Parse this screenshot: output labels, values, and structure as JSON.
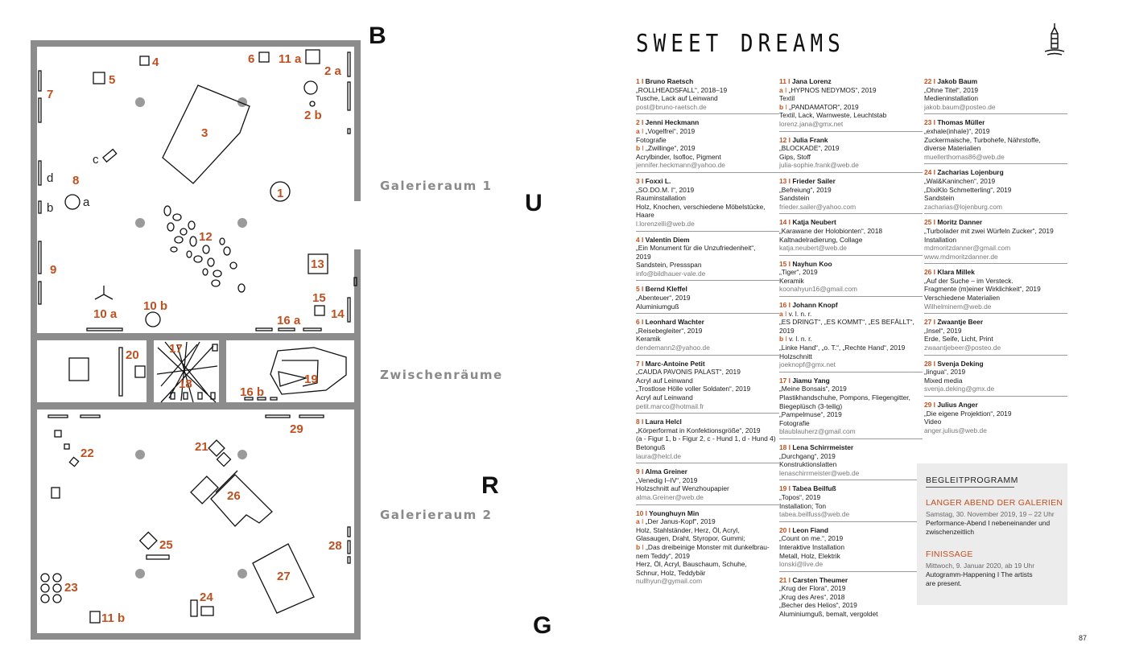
{
  "floorplan": {
    "room_labels": [
      "Galerieraum 1",
      "Zwischenräume",
      "Galerieraum 2"
    ],
    "side_letters": [
      "B",
      "U",
      "R",
      "G"
    ],
    "numbers": {
      "n1": "1",
      "n2a": "2 a",
      "n2b": "2 b",
      "n3": "3",
      "n4": "4",
      "n5": "5",
      "n6": "6",
      "n7": "7",
      "n8": "8",
      "n9": "9",
      "n10a": "10 a",
      "n10b": "10 b",
      "n11a": "11 a",
      "n11b": "11 b",
      "n12": "12",
      "n13": "13",
      "n14": "14",
      "n15": "15",
      "n16a": "16 a",
      "n16b": "16 b",
      "n17": "17",
      "n18": "18",
      "n19": "19",
      "n20": "20",
      "n21": "21",
      "n22": "22",
      "n23": "23",
      "n24": "24",
      "n25": "25",
      "n26": "26",
      "n27": "27",
      "n28": "28",
      "n29": "29"
    },
    "letters": {
      "a": "a",
      "b": "b",
      "c": "c",
      "d": "d"
    }
  },
  "header": {
    "title": "SWEET DREAMS",
    "logo_icon": "lighthouse-icon"
  },
  "artists": [
    [
      {
        "num": "1",
        "name": "Bruno Raetsch",
        "lines": [
          {
            "t": "„ROLLHEADSFALL“, 2018–19"
          },
          {
            "t": "Tusche, Lack auf Leinwand"
          },
          {
            "t": "post@bruno-raetsch.de",
            "email": true
          }
        ]
      },
      {
        "num": "2",
        "name": "Jenni Heckmann",
        "lines": [
          {
            "s": "a",
            "t": "„Vogelfrei“, 2019"
          },
          {
            "t": "Fotografie"
          },
          {
            "s": "b",
            "t": "„Zwillinge“, 2019"
          },
          {
            "t": "Acrylbinder, Isofloc, Pigment"
          },
          {
            "t": "jennifer.heckmann@yahoo.de",
            "email": true
          }
        ]
      },
      {
        "num": "3",
        "name": "Foxxi L.",
        "lines": [
          {
            "t": "„SO.DO.M. I“, 2019"
          },
          {
            "t": "Rauminstallation"
          },
          {
            "t": "Holz, Knochen, verschiedene Möbelstücke,"
          },
          {
            "t": "Haare"
          },
          {
            "t": "l.lorenzelli@web.de",
            "email": true
          }
        ]
      },
      {
        "num": "4",
        "name": "Valentin Diem",
        "lines": [
          {
            "t": "„Ein Monument für die Unzufriedenheit“,"
          },
          {
            "t": "2019"
          },
          {
            "t": "Sandstein, Pressspan"
          },
          {
            "t": "info@bildhauer-vale.de",
            "email": true
          }
        ]
      },
      {
        "num": "5",
        "name": "Bernd Kleffel",
        "lines": [
          {
            "t": "„Abenteuer“, 2019"
          },
          {
            "t": "Aluminiumguß"
          }
        ]
      },
      {
        "num": "6",
        "name": "Leonhard Wachter",
        "lines": [
          {
            "t": "„Reisebegleiter“, 2019"
          },
          {
            "t": "Keramik"
          },
          {
            "t": "dendemann2@yahoo.de",
            "email": true
          }
        ]
      },
      {
        "num": "7",
        "name": "Marc-Antoine Petit",
        "lines": [
          {
            "t": "„CAUDA PAVONIS PALAST“, 2019"
          },
          {
            "t": "Acryl auf Leinwand"
          },
          {
            "t": "„Trostlose Hölle voller Soldaten“, 2019"
          },
          {
            "t": "Acryl auf Leinwand"
          },
          {
            "t": "petit.marco@hotmail.fr",
            "email": true
          }
        ]
      },
      {
        "num": "8",
        "name": "Laura Helcl",
        "lines": [
          {
            "t": "„Körperformat in Konfektionsgröße“, 2019"
          },
          {
            "t": "(a - Figur 1, b - Figur 2, c - Hund 1, d - Hund 4)"
          },
          {
            "t": "Betonguß"
          },
          {
            "t": "laura@helcl.de",
            "email": true
          }
        ]
      },
      {
        "num": "9",
        "name": "Alma Greiner",
        "lines": [
          {
            "t": "„Venedig I–IV“, 2019"
          },
          {
            "t": "Holzschnitt auf Wenzhoupapier"
          },
          {
            "t": "alma.Greiner@web.de",
            "email": true
          }
        ]
      },
      {
        "num": "10",
        "name": "Younghuyn Min",
        "lines": [
          {
            "s": "a",
            "t": "„Der Janus-Kopf“, 2019"
          },
          {
            "t": "Holz, Stahlständer, Herz, Öl, Acryl,"
          },
          {
            "t": "Glasaugen, Draht, Styropor, Gummi;"
          },
          {
            "s": "b",
            "t": "„Das dreibeinige Monster mit dunkelbrau-"
          },
          {
            "t": "nem Teddy“, 2019"
          },
          {
            "t": "Herz, Öl, Acryl, Bauschaum, Schuhe,"
          },
          {
            "t": "Schnur, Holz, Teddybär"
          },
          {
            "t": "nullhyun@gymail.com",
            "email": true
          }
        ]
      }
    ],
    [
      {
        "num": "11",
        "name": "Jana Lorenz",
        "lines": [
          {
            "s": "a",
            "t": "„HYPNOS NEDYMOS“, 2019"
          },
          {
            "t": "Textil"
          },
          {
            "s": "b",
            "t": "„PANDAMATOR“, 2019"
          },
          {
            "t": "Textil, Lack, Warnweste, Leuchtstab"
          },
          {
            "t": "lorenz.jana@gmx.net",
            "email": true
          }
        ]
      },
      {
        "num": "12",
        "name": "Julia Frank",
        "lines": [
          {
            "t": "„BLOCKADE“, 2019"
          },
          {
            "t": "Gips, Stoff"
          },
          {
            "t": "julia-sophie.frank@web.de",
            "email": true
          }
        ]
      },
      {
        "num": "13",
        "name": "Frieder Sailer",
        "lines": [
          {
            "t": "„Befreiung“, 2019"
          },
          {
            "t": "Sandstein"
          },
          {
            "t": "frieder.sailer@yahoo.com",
            "email": true
          }
        ]
      },
      {
        "num": "14",
        "name": "Katja Neubert",
        "lines": [
          {
            "t": "„Karawane der Holobionten“, 2018"
          },
          {
            "t": "Kaltnadelradierung, Collage"
          },
          {
            "t": "katja.neubert@web.de",
            "email": true
          }
        ]
      },
      {
        "num": "15",
        "name": "Nayhun Koo",
        "lines": [
          {
            "t": "„Tiger“, 2019"
          },
          {
            "t": "Keramik"
          },
          {
            "t": "koonahyun16@gmail.com",
            "email": true
          }
        ]
      },
      {
        "num": "16",
        "name": "Johann Knopf",
        "lines": [
          {
            "s": "a",
            "t": "v. l. n. r."
          },
          {
            "t": "„ES DRINGT“, „ES KOMMT“, „ES BEFÄLLT“,"
          },
          {
            "t": "2019"
          },
          {
            "s": "b",
            "t": "v. l. n. r."
          },
          {
            "t": "„Linke Hand“, „o. T.“, „Rechte Hand“, 2019"
          },
          {
            "t": "Holzschnitt"
          },
          {
            "t": "joeknopf@gmx.net",
            "email": true
          }
        ]
      },
      {
        "num": "17",
        "name": "Jiamu Yang",
        "lines": [
          {
            "t": "„Meine Bonsais“, 2019"
          },
          {
            "t": "Plastikhandschuhe, Pompons, Fliegengitter,"
          },
          {
            "t": "Biegeplüsch (3-teilig)"
          },
          {
            "t": "„Pampelmuse“, 2019"
          },
          {
            "t": "Fotografie"
          },
          {
            "t": "blaublauherz@gmail.com",
            "email": true
          }
        ]
      },
      {
        "num": "18",
        "name": "Lena Schirrmeister",
        "lines": [
          {
            "t": "„Durchgang“, 2019"
          },
          {
            "t": "Konstruktionslatten"
          },
          {
            "t": "lenaschirrmeister@web.de",
            "email": true
          }
        ]
      },
      {
        "num": "19",
        "name": "Tabea Beilfuß",
        "lines": [
          {
            "t": "„Topos“, 2019"
          },
          {
            "t": "Installation; Ton"
          },
          {
            "t": "tabea.beilfuss@web.de",
            "email": true
          }
        ]
      },
      {
        "num": "20",
        "name": "Leon Fiand",
        "lines": [
          {
            "t": "„Count on me.“, 2019"
          },
          {
            "t": "Interaktive Installation"
          },
          {
            "t": "Metall, Holz, Elektrik"
          },
          {
            "t": "lonski@live.de",
            "email": true
          }
        ]
      },
      {
        "num": "21",
        "name": "Carsten Theumer",
        "lines": [
          {
            "t": "„Krug der Flora“, 2019"
          },
          {
            "t": "„Krug des Ares“, 2018"
          },
          {
            "t": "„Becher des Helios“, 2019"
          },
          {
            "t": "Aluminiumguß, bemalt, vergoldet"
          }
        ]
      }
    ],
    [
      {
        "num": "22",
        "name": "Jakob Baum",
        "lines": [
          {
            "t": "„Ohne Titel“, 2019"
          },
          {
            "t": "Medieninstallation"
          },
          {
            "t": "jakob.baum@posteo.de",
            "email": true
          }
        ]
      },
      {
        "num": "23",
        "name": "Thomas Müller",
        "lines": [
          {
            "t": "„exhale(inhale)“, 2019"
          },
          {
            "t": "Zuckermaische, Turbohefe, Nährstoffe,"
          },
          {
            "t": "diverse Materialien"
          },
          {
            "t": "muellerthomas86@web.de",
            "email": true
          }
        ]
      },
      {
        "num": "24",
        "name": "Zacharias Lojenburg",
        "lines": [
          {
            "t": "„Wal&Kaninchen“, 2019"
          },
          {
            "t": "„DixiKlo Schmetterling“, 2019"
          },
          {
            "t": "Sandstein"
          },
          {
            "t": "zacharias@lojenburg.com",
            "email": true
          }
        ]
      },
      {
        "num": "25",
        "name": "Moritz Danner",
        "lines": [
          {
            "t": "„Turbolader mit zwei Würfeln Zucker“, 2019"
          },
          {
            "t": "Installation"
          },
          {
            "t": "mdmoritzdanner@gmail.com",
            "email": true
          },
          {
            "t": "www.mdmoritzdanner.de",
            "email": true
          }
        ]
      },
      {
        "num": "26",
        "name": "Klara Millek",
        "lines": [
          {
            "t": "„Auf der Suche – im Versteck."
          },
          {
            "t": "Fragmente (m)einer Wirklichkeit“, 2019"
          },
          {
            "t": "Verschiedene Materialien"
          },
          {
            "t": "Wilhelminem@web.de",
            "email": true
          }
        ]
      },
      {
        "num": "27",
        "name": "Zwaantje Beer",
        "lines": [
          {
            "t": "„Insel“, 2019"
          },
          {
            "t": "Erde, Seife, Licht, Print"
          },
          {
            "t": "zwaantjebeer@posteo.de",
            "email": true
          }
        ]
      },
      {
        "num": "28",
        "name": "Svenja Deking",
        "lines": [
          {
            "t": "„lingua“, 2019"
          },
          {
            "t": "Mixed media"
          },
          {
            "t": "svenja.deking@gmx.de",
            "email": true
          }
        ]
      },
      {
        "num": "29",
        "name": "Julius Anger",
        "lines": [
          {
            "t": "„Die eigene Projektion“, 2019"
          },
          {
            "t": "Video"
          },
          {
            "t": "anger.julius@web.de",
            "email": true
          }
        ]
      }
    ]
  ],
  "begleitprogramm": {
    "title": "BEGLEITPROGRAMM",
    "events": [
      {
        "title": "LANGER ABEND DER GALERIEN",
        "date": "Samstag, 30. November 2019, 19 – 22 Uhr",
        "desc": [
          "Performance-Abend I nebeneinander und",
          "zwischenzeitlich"
        ]
      },
      {
        "title": "FINISSAGE",
        "date": "Mittwoch, 9. Januar 2020, ab 19 Uhr",
        "desc": [
          "Autogramm-Happening I The artists",
          "are present."
        ]
      }
    ]
  },
  "page_number": "87"
}
